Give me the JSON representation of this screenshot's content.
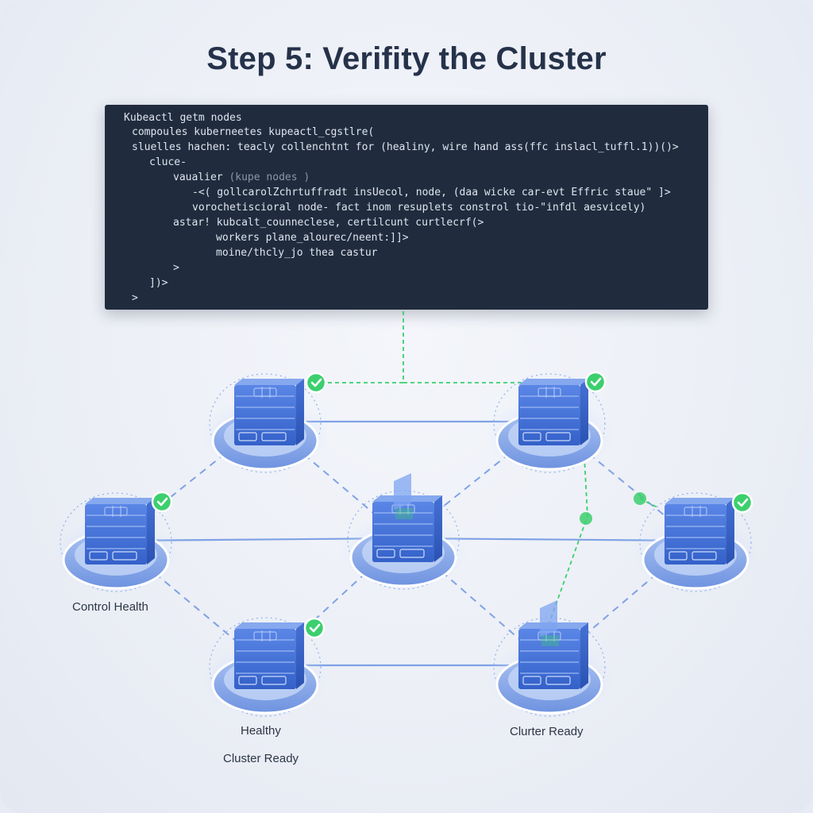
{
  "title": "Step 5: Verifity the Cluster",
  "terminal": {
    "lines": [
      {
        "text": "Kubeactl getm nodes",
        "dim": ""
      },
      {
        "text": "compoules kuberneetes kupeactl_cgstlre(",
        "dim": ""
      },
      {
        "text": "sluelles hachen: teacly collenchtnt for (healiny, wire hand ass(ffc inslacl_tuffl.1))()>",
        "dim": ""
      },
      {
        "text": "cluce-",
        "dim": ""
      },
      {
        "text": "vaualier ",
        "dim": "(kupe nodes )"
      },
      {
        "text": "-<( gollcarolZchrtuffradt insUecol, node, (daa wicke car-evt Effric staue\" ]>",
        "dim": ""
      },
      {
        "text": "vorochetiscioral node- fact inom resuplets constrol tio-\"infdl aesvicely)",
        "dim": ""
      },
      {
        "text": "astar! kubcalt_counneclese, certilcunt curtlecrf(>",
        "dim": ""
      },
      {
        "text": "workers plane_alourec/neent:]]>",
        "dim": ""
      },
      {
        "text": "moine/thcly_jo thea castur",
        "dim": ""
      },
      {
        "text": ">",
        "dim": ""
      },
      {
        "text": "])>",
        "dim": ""
      },
      {
        "text": ">",
        "dim": ""
      }
    ]
  },
  "labels": {
    "control_health": "Control Health",
    "healthy": "Healthy",
    "cluster_ready_left": "Cluster Ready",
    "cluster_ready_right": "Clurter Ready"
  },
  "colors": {
    "accent_blue": "#3f6fd8",
    "link_blue": "#7fa2e6",
    "status_green": "#3ccf6e",
    "terminal_bg": "#202c3e"
  },
  "nodes": [
    {
      "id": "top-left",
      "status": "healthy",
      "icon": "server-icon"
    },
    {
      "id": "top-right",
      "status": "healthy",
      "icon": "server-icon"
    },
    {
      "id": "mid-left",
      "status": "healthy",
      "icon": "server-icon"
    },
    {
      "id": "center",
      "status": "active",
      "icon": "server-icon"
    },
    {
      "id": "mid-right",
      "status": "healthy",
      "icon": "server-icon"
    },
    {
      "id": "bottom-left",
      "status": "healthy",
      "icon": "server-icon"
    },
    {
      "id": "bottom-right",
      "status": "active",
      "icon": "server-icon"
    }
  ]
}
